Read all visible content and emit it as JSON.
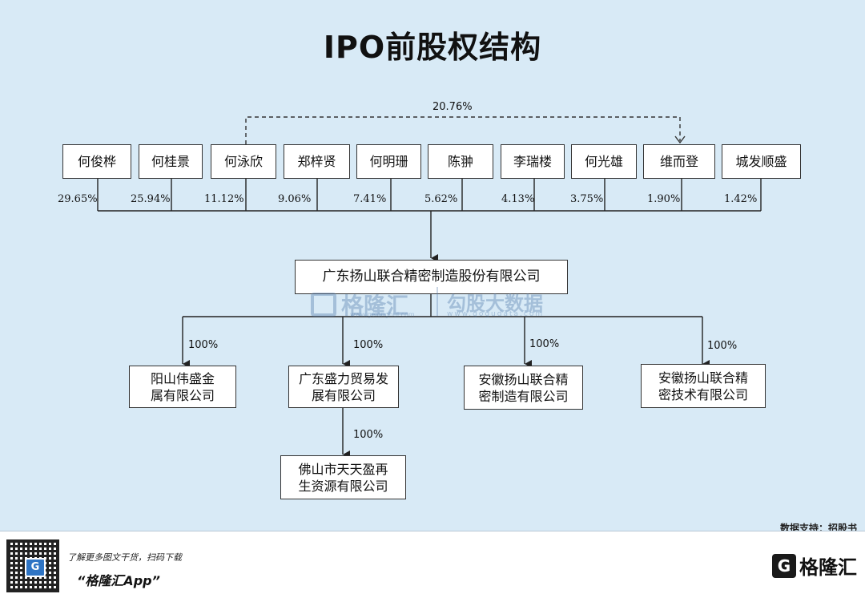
{
  "title": "IPO前股权结构",
  "shareholders": [
    {
      "name": "何俊桦",
      "pct": "29.65%"
    },
    {
      "name": "何桂景",
      "pct": "25.94%"
    },
    {
      "name": "何泳欣",
      "pct": "11.12%"
    },
    {
      "name": "郑梓贤",
      "pct": "9.06%"
    },
    {
      "name": "何明珊",
      "pct": "7.41%"
    },
    {
      "name": "陈翀",
      "pct": "5.62%"
    },
    {
      "name": "李瑞楼",
      "pct": "4.13%"
    },
    {
      "name": "何光雄",
      "pct": "3.75%"
    },
    {
      "name": "维而登",
      "pct": "1.90%"
    },
    {
      "name": "城发顺盛",
      "pct": "1.42%"
    }
  ],
  "cross_holding": {
    "from": "何泳欣",
    "to": "维而登",
    "label": "20.76%"
  },
  "company": "广东扬山联合精密制造股份有限公司",
  "subsidiaries": [
    {
      "name": "阳山伟盛金属有限公司",
      "pct": "100%"
    },
    {
      "name": "广东盛力贸易发展有限公司",
      "pct": "100%"
    },
    {
      "name": "安徽扬山联合精密制造有限公司",
      "pct": "100%"
    },
    {
      "name": "安徽扬山联合精密技术有限公司",
      "pct": "100%"
    }
  ],
  "sub_subsidiary": {
    "parent": "广东盛力贸易发展有限公司",
    "name": "佛山市天天盈再生资源有限公司",
    "pct": "100%"
  },
  "watermark": {
    "brand": "格隆汇",
    "brand_url": "www.gelonghui.com",
    "data_brand": "勾股大数据",
    "data_url": "www.gogudata.com"
  },
  "source": "数据支持：招股书",
  "footer": {
    "promo_line": "了解更多图文干货，扫码下载",
    "app_name": "“格隆汇App”",
    "brand": "格隆汇"
  }
}
